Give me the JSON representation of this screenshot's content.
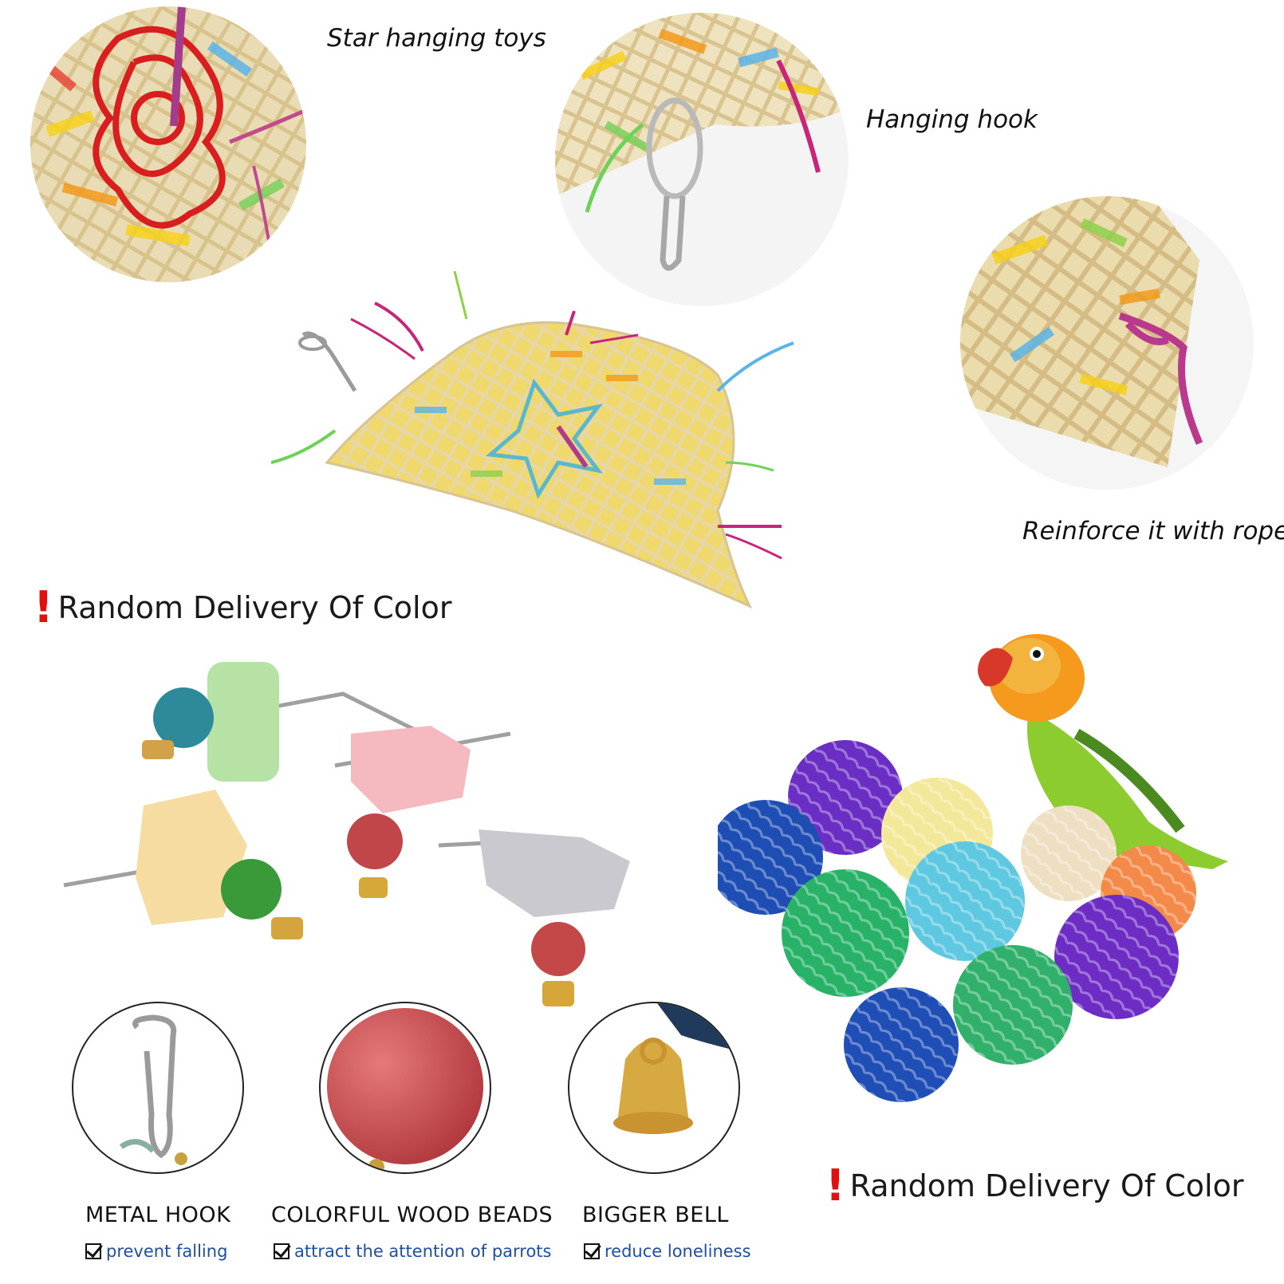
{
  "top_section": {
    "captions": {
      "star": "Star hanging toys",
      "hook": "Hanging hook",
      "rope": "Reinforce it with rope"
    },
    "random_delivery_1": "Random Delivery Of Color"
  },
  "features": [
    {
      "title": "METAL HOOK",
      "subtitle": "prevent falling"
    },
    {
      "title": "COLORFUL WOOD BEADS",
      "subtitle": "attract the attention of parrots"
    },
    {
      "title": "BIGGER BELL",
      "subtitle": "reduce loneliness"
    }
  ],
  "random_delivery_2": "Random Delivery Of Color",
  "colors": {
    "exclamation": "#e01010",
    "subtitle_blue": "#1f4fa0"
  }
}
